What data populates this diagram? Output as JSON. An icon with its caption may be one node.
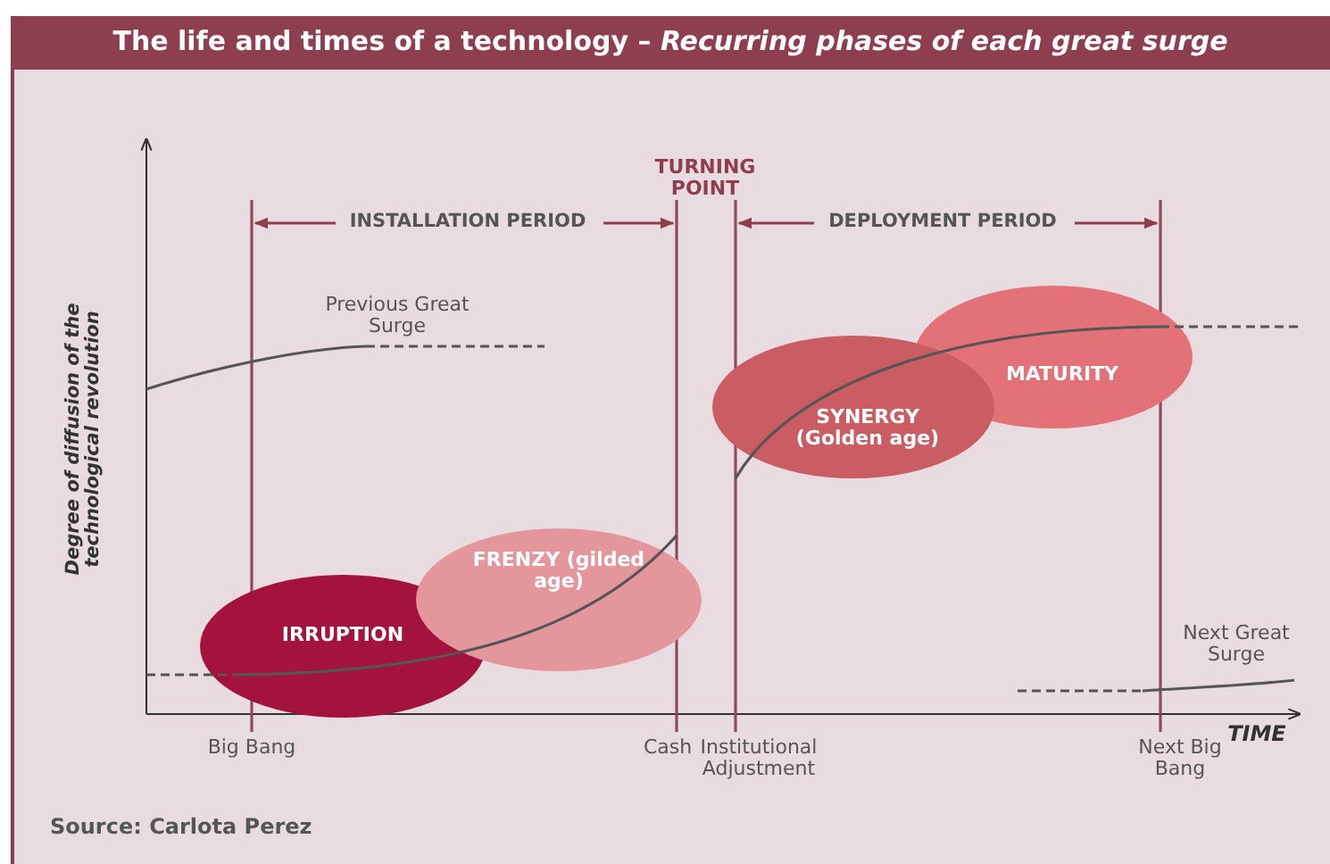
{
  "diagram": {
    "title": "The life and times of a technology – *Recurring phases of each great surge*",
    "caption": "Source: Carlota Perez",
    "nodes": [
      {
        "text": [
          "IRRUPTION"
        ]
      },
      {
        "text": [
          "FRENZY (gilded age)"
        ]
      },
      {
        "text": [
          "SYNERGY (Golden age)"
        ]
      },
      {
        "text": [
          "MATURITY"
        ]
      }
    ],
    "edges": [],
    "labels": [
      "Degree of diffusion of the technological revolution",
      "TURNING POINT",
      "INSTALLATION PERIOD",
      "DEPLOYMENT PERIOD",
      "Previous Great Surge",
      "Next Great Surge",
      "Big Bang",
      "Cash",
      "Institutional Adjustment",
      "Next Big Bang",
      "TIME"
    ]
  }
}
